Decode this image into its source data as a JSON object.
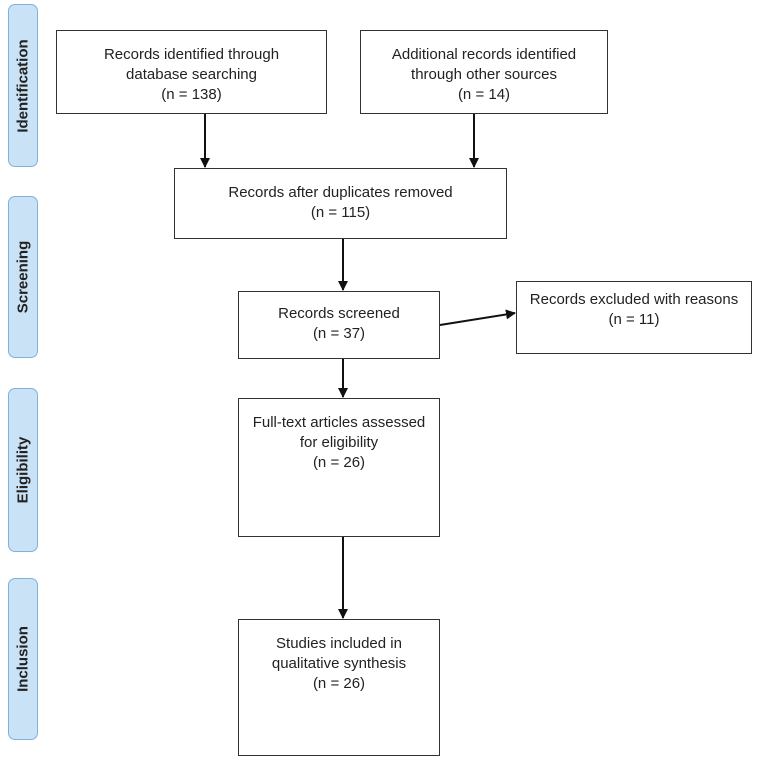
{
  "phases": [
    {
      "label": "Identification"
    },
    {
      "label": "Screening"
    },
    {
      "label": "Eligibility"
    },
    {
      "label": "Inclusion"
    }
  ],
  "boxes": {
    "identified_db": [
      "Records identified through",
      "database searching",
      "(n = 138)"
    ],
    "identified_other": [
      "Additional records identified",
      "through other sources",
      "(n = 14)"
    ],
    "after_duplicates": [
      "Records after duplicates removed",
      "(n = 115)"
    ],
    "screened": [
      "Records screened",
      "(n = 37)"
    ],
    "excluded": [
      "Records excluded with reasons",
      "(n = 11)"
    ],
    "fulltext": [
      "Full-text articles assessed",
      "for eligibility",
      "(n = 26)"
    ],
    "included": [
      "Studies included in",
      "qualitative synthesis",
      "(n = 26)"
    ]
  },
  "colors": {
    "phase_fill": "#c9e2f6",
    "phase_border": "#7fb1de",
    "box_border": "#333333",
    "arrow": "#111111"
  }
}
